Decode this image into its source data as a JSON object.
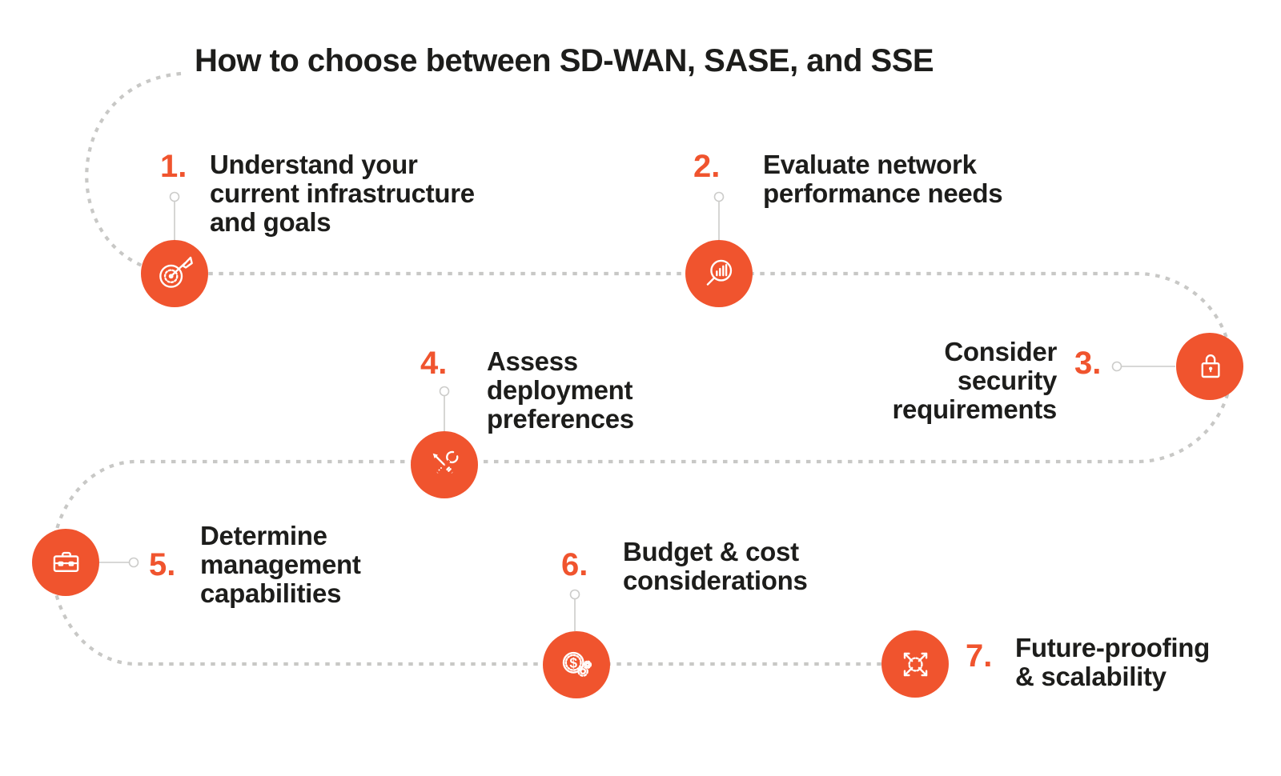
{
  "title": "How to choose between SD-WAN, SASE, and SSE",
  "colors": {
    "accent": "#F0542E",
    "text": "#1D1D1B",
    "path_dots": "#C8C8C6",
    "connector": "#CCCCCA",
    "background": "#FFFFFF",
    "icon": "#FFFFFF"
  },
  "steps": [
    {
      "number": "1.",
      "icon": "target-arrow-icon",
      "lines": [
        "Understand your",
        "current infrastructure",
        "and goals"
      ]
    },
    {
      "number": "2.",
      "icon": "magnifier-chart-icon",
      "lines": [
        "Evaluate network",
        "performance needs"
      ]
    },
    {
      "number": "3.",
      "icon": "lock-icon",
      "lines": [
        "Consider",
        "security",
        "requirements"
      ]
    },
    {
      "number": "4.",
      "icon": "tools-icon",
      "lines": [
        "Assess",
        "deployment",
        "preferences"
      ]
    },
    {
      "number": "5.",
      "icon": "briefcase-icon",
      "lines": [
        "Determine",
        "management",
        "capabilities"
      ]
    },
    {
      "number": "6.",
      "icon": "dollar-gears-icon",
      "lines": [
        "Budget & cost",
        "considerations"
      ]
    },
    {
      "number": "7.",
      "icon": "expand-arrows-icon",
      "lines": [
        "Future-proofing",
        "& scalability"
      ]
    }
  ]
}
